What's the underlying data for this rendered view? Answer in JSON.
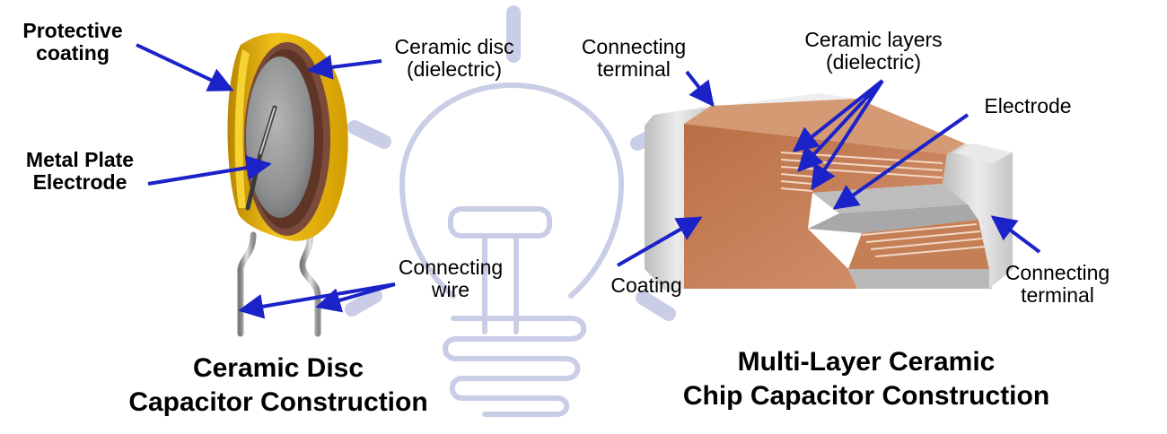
{
  "colors": {
    "arrow": "#1a22c8",
    "watermark": "#c9cde6",
    "coating_yellow": "#e8b400",
    "disc_brown": "#7a4a3a",
    "plate_grey": "#9a9c9e",
    "ceramic_copper": "#c47f55",
    "terminal_grey": "#d6d6d6"
  },
  "disc": {
    "protective_coating": [
      "Protective",
      "coating"
    ],
    "ceramic_disc": [
      "Ceramic disc",
      "(dielectric)"
    ],
    "metal_plate": [
      "Metal Plate",
      "Electrode"
    ],
    "connecting_wire": [
      "Connecting",
      "wire"
    ],
    "title": [
      "Ceramic Disc",
      "Capacitor Construction"
    ]
  },
  "chip": {
    "connecting_terminal_top": [
      "Connecting",
      "terminal"
    ],
    "ceramic_layers": [
      "Ceramic layers",
      "(dielectric)"
    ],
    "electrode": "Electrode",
    "coating": "Coating",
    "connecting_terminal_bottom": [
      "Connecting",
      "terminal"
    ],
    "title": [
      "Multi-Layer Ceramic",
      "Chip Capacitor Construction"
    ]
  },
  "icons": {
    "watermark": "lightbulb-watermark-icon"
  }
}
